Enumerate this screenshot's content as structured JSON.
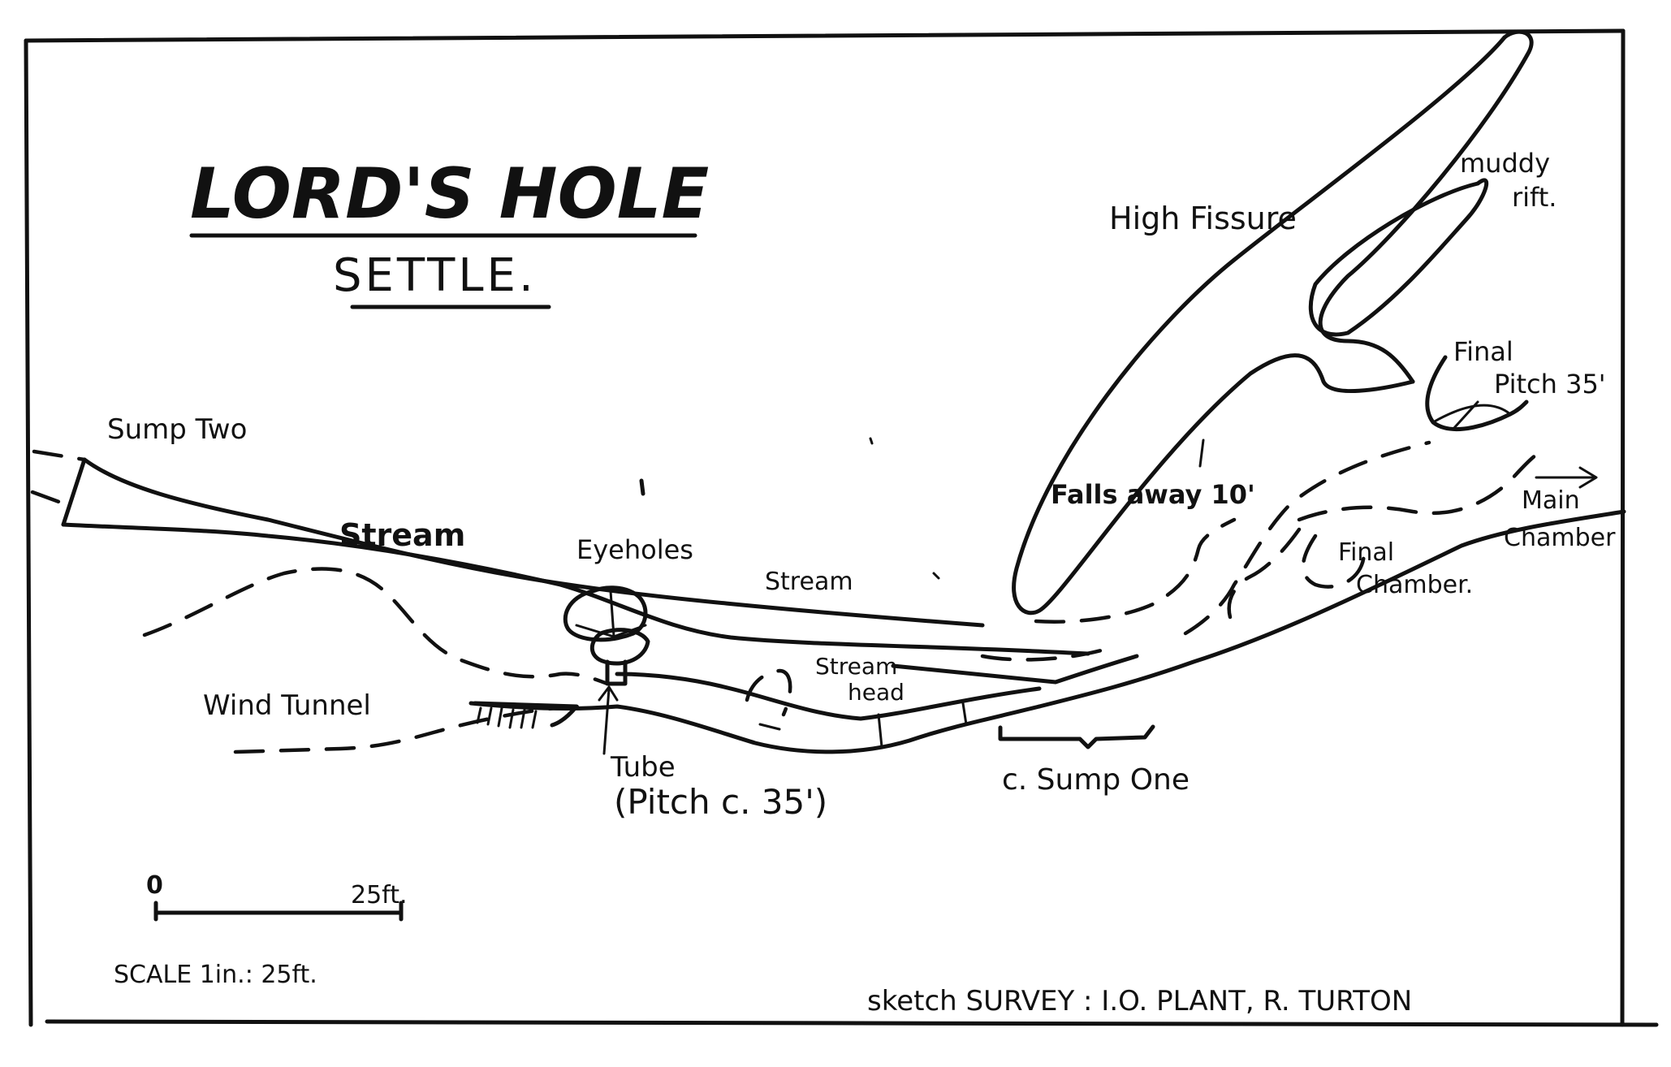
{
  "title": "LORD'S HOLE",
  "subtitle": "SETTLE.",
  "labels": {
    "sump_two": "Sump Two",
    "stream_1": "Stream",
    "eyeholes": "Eyeholes",
    "stream_2": "Stream",
    "high_fissure": "High Fissure",
    "muddy_rift_1": "muddy",
    "muddy_rift_2": "rift.",
    "final_pitch_1": "Final",
    "final_pitch_2": "Pitch 35'",
    "falls_away": "Falls away 10'",
    "main_chamber_1": "Main",
    "main_chamber_2": "Chamber",
    "final_chamber_1": "Final",
    "final_chamber_2": "Chamber.",
    "stream_head_1": "Stream",
    "stream_head_2": "head",
    "wind_tunnel": "Wind Tunnel",
    "tube_1": "Tube",
    "tube_2": "(Pitch c. 35')",
    "sump_one": "c. Sump One"
  },
  "scale_bar": {
    "start": "0",
    "end": "25ft."
  },
  "scale_text": "SCALE  1in.: 25ft.",
  "credit": "sketch SURVEY : I.O. PLANT, R. TURTON",
  "colors": {
    "ink": "#111111",
    "paper": "#ffffff"
  }
}
